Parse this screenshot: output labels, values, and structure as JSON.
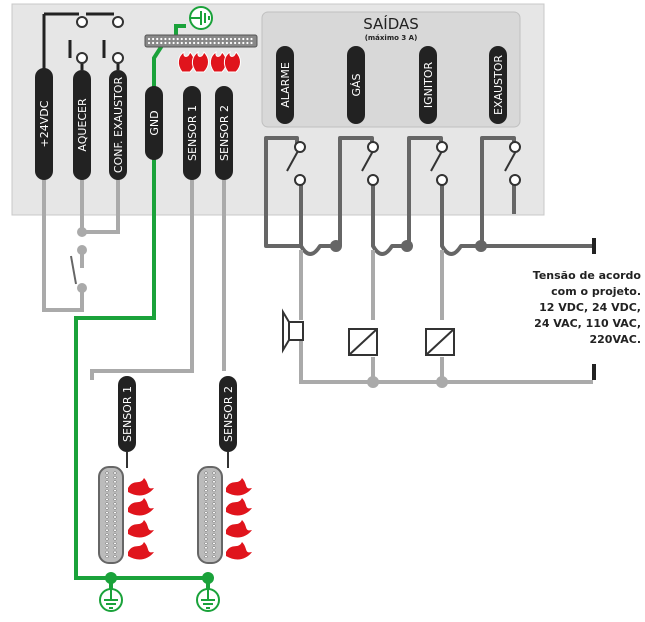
{
  "outputs": {
    "title": "SAÍDAS",
    "subtitle": "(máximo 3 A)",
    "labels": [
      "ALARME",
      "GÁS",
      "IGNITOR",
      "EXAUSTOR"
    ]
  },
  "inputs": {
    "labels": [
      "+24VDC",
      "AQUECER",
      "CONF. EXAUSTOR",
      "GND",
      "SENSOR 1",
      "SENSOR 2"
    ]
  },
  "probes": {
    "labels": [
      "SENSOR 1",
      "SENSOR 2"
    ]
  },
  "note": {
    "lines": [
      "Tensão de acordo",
      "com o projeto.",
      "12 VDC, 24 VDC,",
      "24 VAC,  110 VAC,",
      "220VAC."
    ]
  },
  "colors": {
    "panel": "#e6e6e6",
    "wire_gray": "#aaaaaa",
    "wire_dark": "#666666",
    "ground_green": "#1aa23a",
    "flame_red": "#e0141c",
    "label_bg": "#222222"
  }
}
